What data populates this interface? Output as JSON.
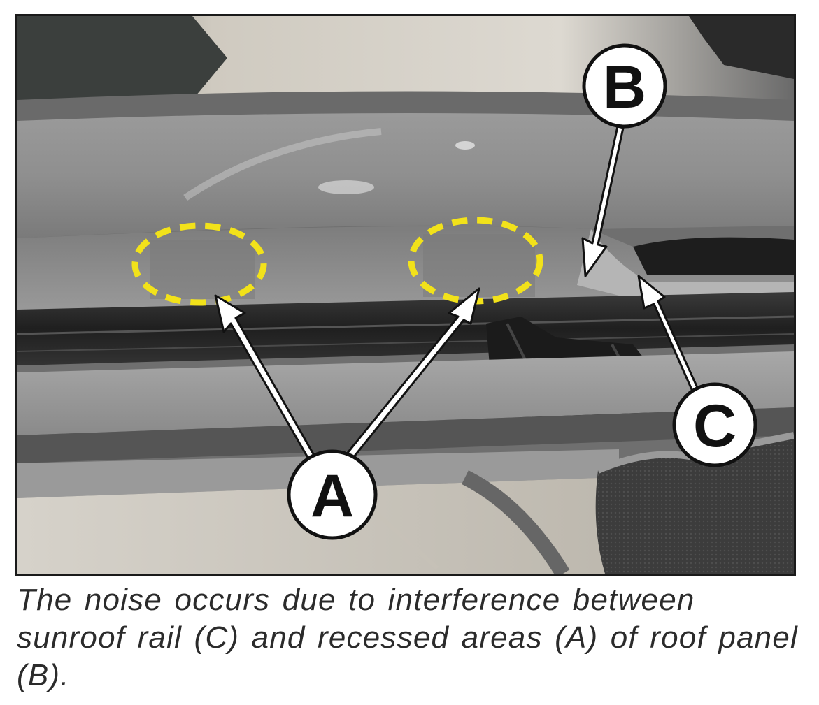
{
  "figure": {
    "callouts": {
      "a": "A",
      "b": "B",
      "c": "C"
    },
    "colors": {
      "highlight": "#f2e21a",
      "roof_panel": "#8e8e8e",
      "rail": "#2a2a2a",
      "callout_fill": "#ffffff",
      "callout_stroke": "#111111"
    }
  },
  "caption": {
    "text": "The noise occurs due to interference between sunroof rail (C) and recessed areas (A) of roof panel (B)."
  }
}
